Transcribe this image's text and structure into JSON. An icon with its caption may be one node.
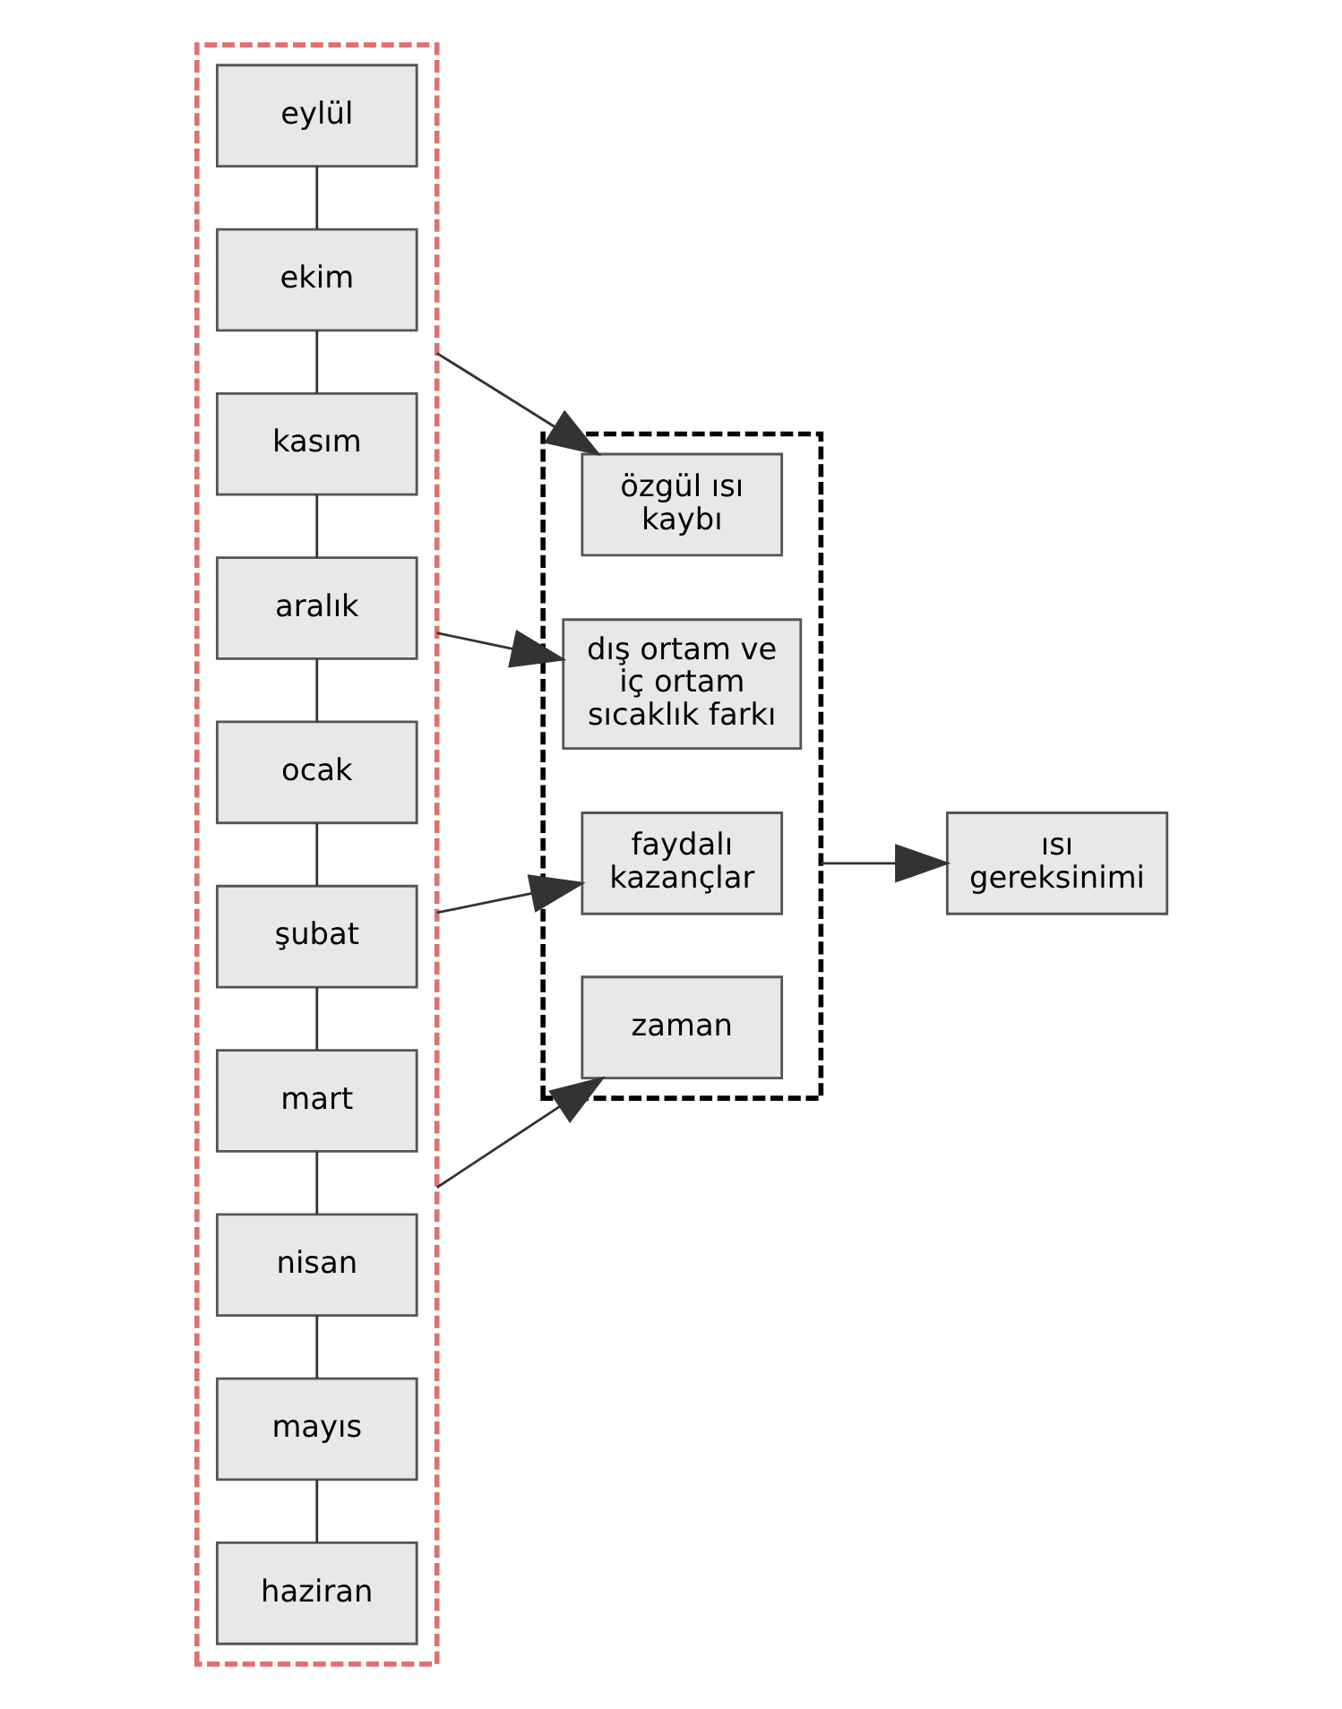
{
  "diagram": {
    "nodes": [
      {
        "text": [],
        "shape": "box"
      },
      {
        "text": [
          "eylül"
        ],
        "in": 0
      },
      {
        "text": [
          "ekim"
        ],
        "in": 0
      },
      {
        "text": [
          "kasım"
        ],
        "in": 0
      },
      {
        "text": [
          "aralık"
        ],
        "in": 0
      },
      {
        "text": [
          "ocak"
        ],
        "in": 0
      },
      {
        "text": [
          "şubat"
        ],
        "in": 0
      },
      {
        "text": [
          "mart"
        ],
        "in": 0
      },
      {
        "text": [
          "nisan"
        ],
        "in": 0
      },
      {
        "text": [
          "mayıs"
        ],
        "in": 0
      },
      {
        "text": [
          "haziran"
        ],
        "in": 0
      },
      {
        "text": [],
        "shape": "box"
      },
      {
        "text": [
          "özgül ısı kaybı"
        ],
        "in": 11
      },
      {
        "text": [
          "dış ortam ve iç ortam sıcaklık farkı"
        ],
        "in": 11
      },
      {
        "text": [
          "faydalı kazançlar"
        ],
        "in": 11
      },
      {
        "text": [
          "zaman"
        ],
        "in": 11
      },
      {
        "text": [
          "ısı gereksinimi"
        ]
      }
    ],
    "edges": [
      {
        "from": 1,
        "to": 2,
        "arrow": "none"
      },
      {
        "from": 2,
        "to": 3,
        "arrow": "none"
      },
      {
        "from": 3,
        "to": 4,
        "arrow": "none"
      },
      {
        "from": 4,
        "to": 5,
        "arrow": "none"
      },
      {
        "from": 5,
        "to": 6,
        "arrow": "none"
      },
      {
        "from": 6,
        "to": 7,
        "arrow": "none"
      },
      {
        "from": 7,
        "to": 8,
        "arrow": "none"
      },
      {
        "from": 8,
        "to": 9,
        "arrow": "none"
      },
      {
        "from": 9,
        "to": 10,
        "arrow": "none"
      },
      {
        "from": 0,
        "to": 12,
        "arrow": "to"
      },
      {
        "from": 0,
        "to": 13,
        "arrow": "to"
      },
      {
        "from": 0,
        "to": 14,
        "arrow": "to"
      },
      {
        "from": 0,
        "to": 15,
        "arrow": "to"
      },
      {
        "from": 11,
        "to": 16,
        "arrow": "to"
      }
    ]
  }
}
